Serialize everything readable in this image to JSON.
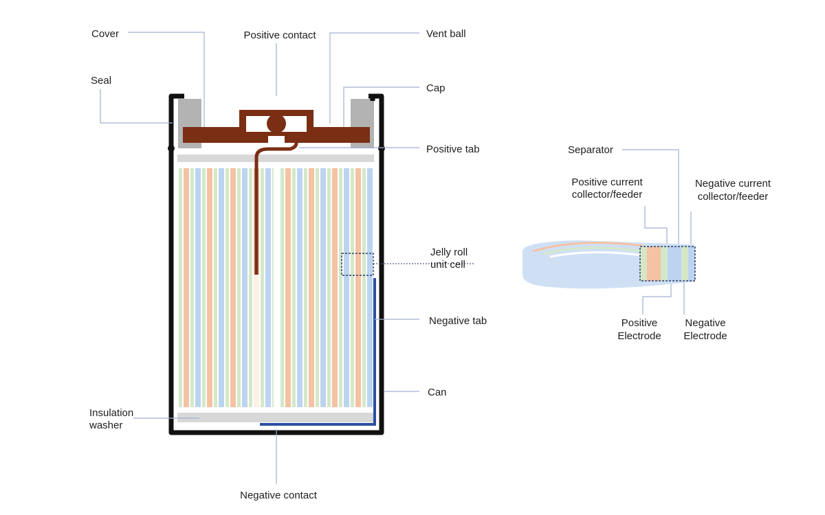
{
  "labels": {
    "cover": "Cover",
    "positive_contact": "Positive contact",
    "vent_ball": "Vent ball",
    "seal": "Seal",
    "cap": "Cap",
    "positive_tab": "Positive tab",
    "jelly_roll_line1": "Jelly roll",
    "jelly_roll_line2": "unit cell",
    "negative_tab": "Negative tab",
    "can": "Can",
    "insulation_washer_line1": "Insulation",
    "insulation_washer_line2": "washer",
    "negative_contact": "Negative contact",
    "separator": "Separator",
    "positive_current_collector_line1": "Positive current",
    "positive_current_collector_line2": "collector/feeder",
    "negative_current_collector_line1": "Negative current",
    "negative_current_collector_line2": "collector/feeder",
    "positive_electrode_line1": "Positive",
    "positive_electrode_line2": "Electrode",
    "negative_electrode_line1": "Negative",
    "negative_electrode_line2": "Electrode"
  },
  "colors": {
    "can": "#111111",
    "cap": "#7a2e14",
    "seal": "#b3b3b3",
    "washer": "#d8d8d8",
    "positive_electrode": "#f5c2a3",
    "negative_electrode": "#bcd4f0",
    "separator": "#d4e8c8",
    "negative_tab": "#2a4fa0",
    "leader": "#9fb0cf"
  },
  "jelly_roll_pattern": [
    "separator",
    "positive_electrode",
    "separator",
    "negative_electrode"
  ]
}
